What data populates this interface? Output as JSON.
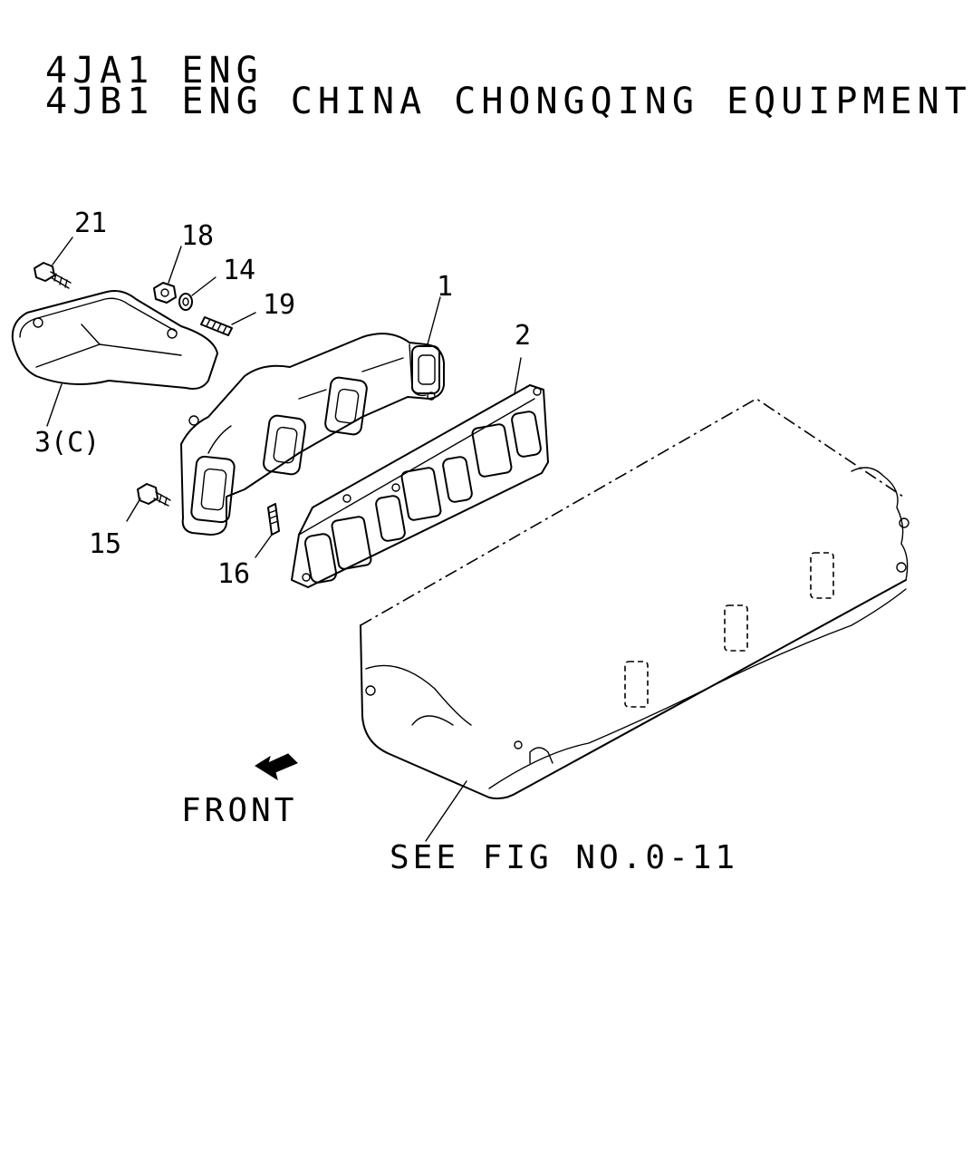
{
  "header": {
    "line1": "4JA1 ENG",
    "line2": "4JB1 ENG CHINA CHONGQING EQUIPMENT"
  },
  "callouts": {
    "p21": "21",
    "p18": "18",
    "p14": "14",
    "p19": "19",
    "p1": "1",
    "p2": "2",
    "p3c": "3(C)",
    "p15": "15",
    "p16": "16"
  },
  "front_label": "FRONT",
  "see_fig": "SEE FIG NO.0-11"
}
